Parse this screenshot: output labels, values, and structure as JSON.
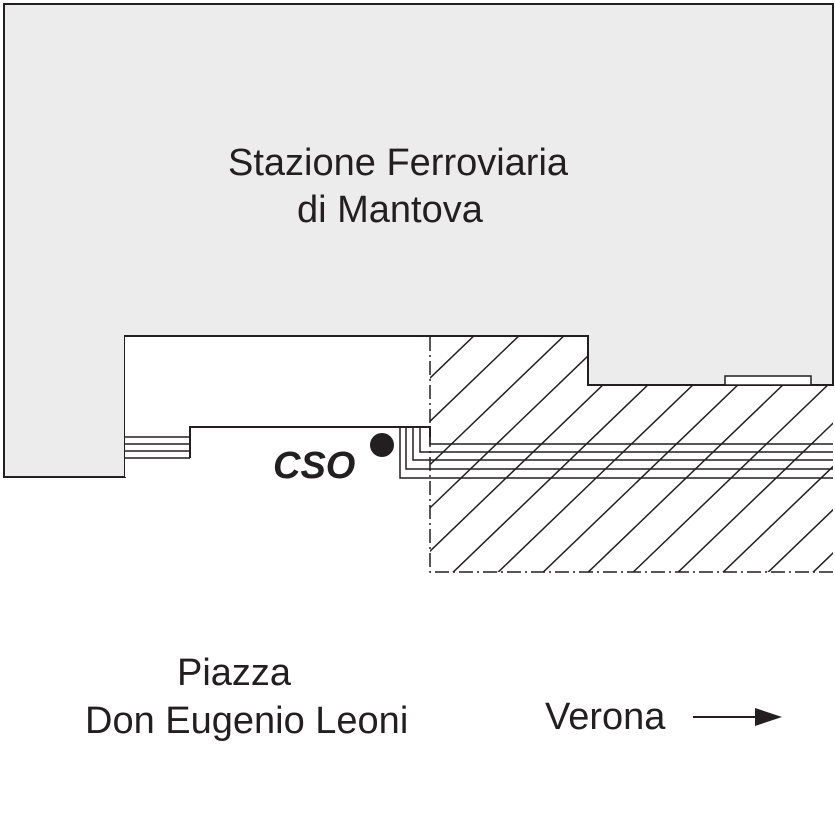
{
  "map": {
    "station": {
      "line1": "Stazione Ferroviaria",
      "line2": "di Mantova"
    },
    "marker": {
      "label": "CSO"
    },
    "piazza": {
      "line1": "Piazza",
      "line2": "Don Eugenio Leoni"
    },
    "direction": {
      "label": "Verona"
    },
    "colors": {
      "building_fill": "#ececec",
      "stroke": "#231f20",
      "background": "#ffffff"
    }
  }
}
